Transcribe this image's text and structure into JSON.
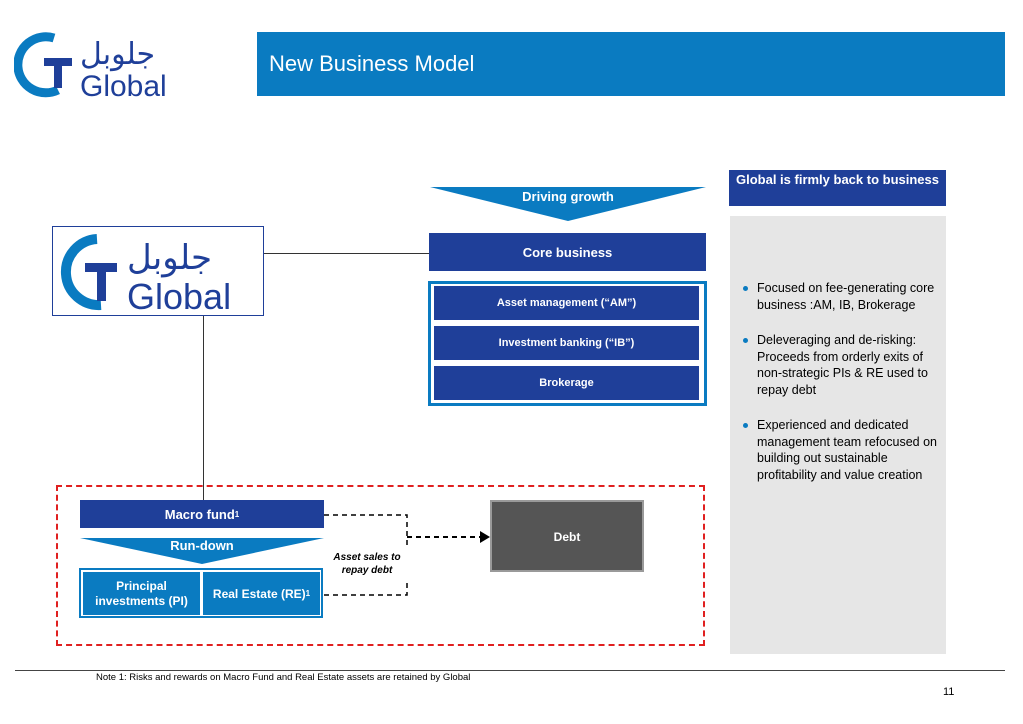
{
  "header": {
    "logo_arabic": "جلوبل",
    "logo_english": "Global",
    "title": "New Business Model"
  },
  "diagram": {
    "driving_growth": "Driving growth",
    "core_business": "Core business",
    "core_items": [
      "Asset management (“AM”)",
      "Investment banking (“IB”)",
      "Brokerage"
    ],
    "macro_fund": "Macro fund",
    "macro_fund_note": "1",
    "run_down": "Run-down",
    "principal_investments": "Principal investments (PI)",
    "real_estate": "Real Estate (RE)",
    "real_estate_note": "1",
    "asset_sales": "Asset sales to repay debt",
    "debt": "Debt"
  },
  "side_panel": {
    "header": "Global is firmly back to business",
    "bullets": [
      "Focused on  fee-generating core business :AM, IB, Brokerage",
      "Deleveraging and de-risking: Proceeds from orderly exits of non-strategic  PIs & RE used to repay debt",
      "Experienced and dedicated management team refocused on building out sustainable profitability and value creation"
    ]
  },
  "footer": {
    "note": "Note 1: Risks and rewards on Macro Fund and Real Estate assets are  retained by Global",
    "page": "11"
  },
  "colors": {
    "navy": "#1f3f99",
    "blue": "#0a7bc1",
    "red_dash": "#e02020",
    "debt_gray": "#555555",
    "panel_gray": "#e6e6e6"
  }
}
